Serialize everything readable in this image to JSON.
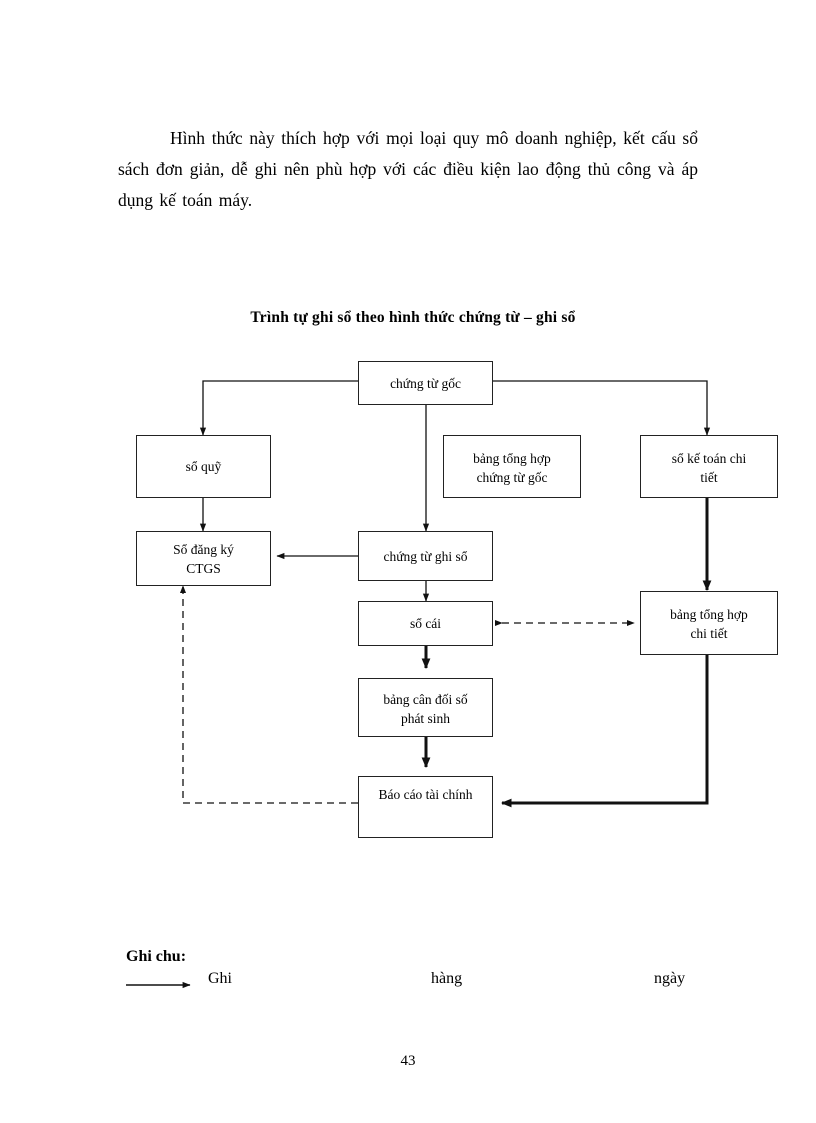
{
  "document": {
    "page_number": "43",
    "intro_paragraph": "Hình thức này thích hợp với mọi loại  quy mô doanh nghiệp, kết cấu sổ sách đơn giản, dễ ghi nên phù hợp với các điều kiện lao động thủ công và áp dụng kế toán máy."
  },
  "diagram": {
    "title": "Trình tự ghi sổ theo hình thức chứng từ – ghi sổ",
    "nodes": [
      {
        "id": "chung-tu-goc",
        "line1": "chứng từ gốc",
        "line2": ""
      },
      {
        "id": "so-quy",
        "line1": "sổ quỹ",
        "line2": ""
      },
      {
        "id": "bang-th-chung-tu-goc",
        "line1": "bảng tổng hợp",
        "line2": "chứng từ gốc"
      },
      {
        "id": "so-ke-toan-chi-tiet",
        "line1": "sổ kế toán chi",
        "line2": "tiết"
      },
      {
        "id": "so-dang-ky-ctgs",
        "line1": "Sổ đăng ký",
        "line2": "CTGS"
      },
      {
        "id": "chung-tu-ghi-so",
        "line1": "chứng từ ghi  sổ",
        "line2": ""
      },
      {
        "id": "so-cai",
        "line1": "sổ cái",
        "line2": ""
      },
      {
        "id": "bang-th-chi-tiet",
        "line1": "bảng tổng hợp",
        "line2": "chi tiết"
      },
      {
        "id": "bang-can-doi",
        "line1": "bảng cân đối số",
        "line2": "phát sinh"
      },
      {
        "id": "bao-cao-tai-chinh",
        "line1": "Báo cáo tài chính",
        "line2": ""
      }
    ]
  },
  "legend": {
    "title": "Ghi chu:",
    "label_1": "Ghi",
    "label_2": "hàng",
    "label_3": "ngày"
  },
  "colors": {
    "ink": "#000000",
    "box_border": "#222222",
    "paper": "#ffffff"
  }
}
